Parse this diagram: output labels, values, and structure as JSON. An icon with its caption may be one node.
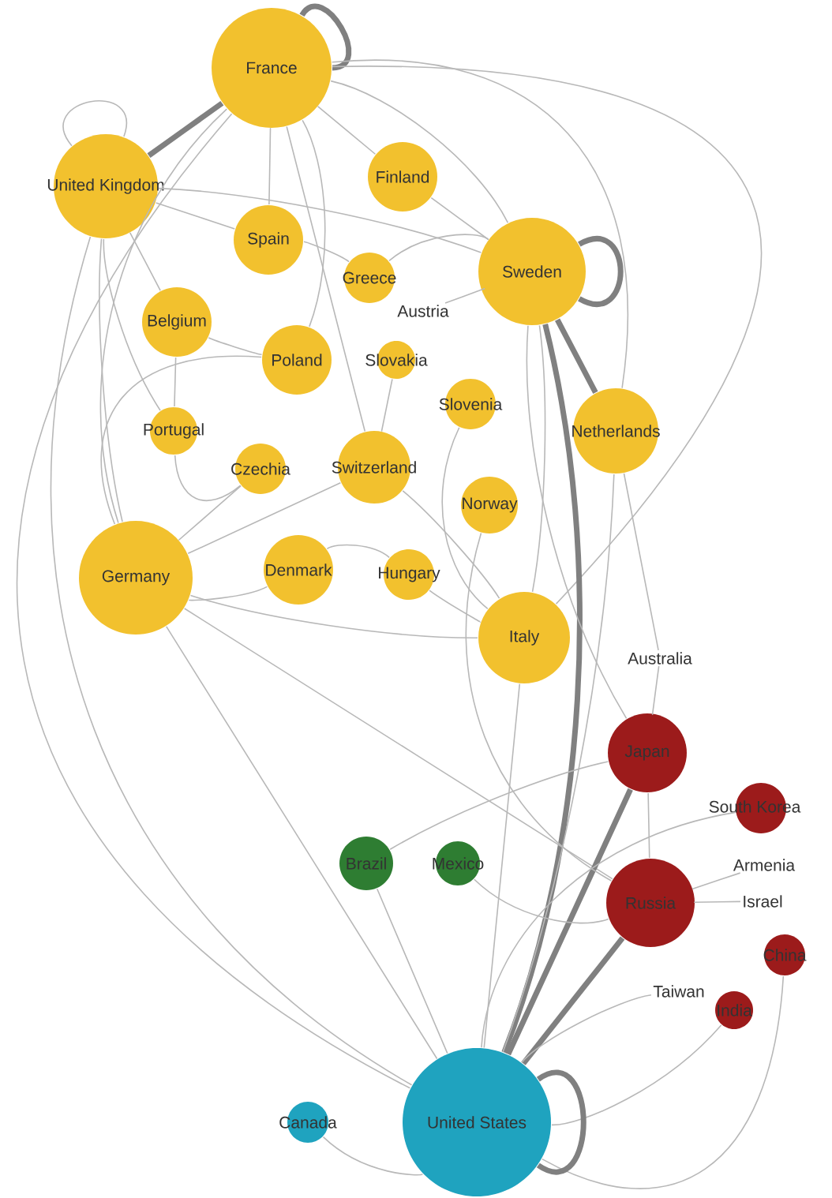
{
  "diagram": {
    "nodes": [
      {
        "text": [
          "France"
        ]
      },
      {
        "text": [
          "United Kingdom"
        ]
      },
      {
        "text": [
          "Finland"
        ]
      },
      {
        "text": [
          "Spain"
        ]
      },
      {
        "text": [
          "Sweden"
        ]
      },
      {
        "text": [
          "Greece"
        ]
      },
      {
        "text": [
          "Austria"
        ]
      },
      {
        "text": [
          "Belgium"
        ]
      },
      {
        "text": [
          "Poland"
        ]
      },
      {
        "text": [
          "Slovakia"
        ]
      },
      {
        "text": [
          "Slovenia"
        ]
      },
      {
        "text": [
          "Portugal"
        ]
      },
      {
        "text": [
          "Netherlands"
        ]
      },
      {
        "text": [
          "Czechia"
        ]
      },
      {
        "text": [
          "Switzerland"
        ]
      },
      {
        "text": [
          "Norway"
        ]
      },
      {
        "text": [
          "Germany"
        ]
      },
      {
        "text": [
          "Denmark"
        ]
      },
      {
        "text": [
          "Hungary"
        ]
      },
      {
        "text": [
          "Italy"
        ]
      },
      {
        "text": [
          "Australia"
        ]
      },
      {
        "text": [
          "Japan"
        ]
      },
      {
        "text": [
          "South Korea"
        ]
      },
      {
        "text": [
          "Brazil"
        ]
      },
      {
        "text": [
          "Mexico"
        ]
      },
      {
        "text": [
          "Armenia"
        ]
      },
      {
        "text": [
          "Russia"
        ]
      },
      {
        "text": [
          "Israel"
        ]
      },
      {
        "text": [
          "China"
        ]
      },
      {
        "text": [
          "Taiwan"
        ]
      },
      {
        "text": [
          "India"
        ]
      },
      {
        "text": [
          "Canada"
        ]
      },
      {
        "text": [
          "United States"
        ]
      }
    ],
    "edges": [
      {
        "from": 0,
        "to": 0,
        "arrow": "none",
        "style": "thick"
      },
      {
        "from": 0,
        "to": 1,
        "arrow": "none",
        "style": "thick"
      },
      {
        "from": 0,
        "to": 3,
        "arrow": "none"
      },
      {
        "from": 0,
        "to": 2,
        "arrow": "none"
      },
      {
        "from": 0,
        "to": 4,
        "arrow": "none"
      },
      {
        "from": 0,
        "to": 8,
        "arrow": "none"
      },
      {
        "from": 0,
        "to": 16,
        "arrow": "none"
      },
      {
        "from": 0,
        "to": 14,
        "arrow": "none"
      },
      {
        "from": 0,
        "to": 19,
        "arrow": "none"
      },
      {
        "from": 0,
        "to": 12,
        "arrow": "none"
      },
      {
        "from": 0,
        "to": 32,
        "arrow": "none"
      },
      {
        "from": 1,
        "to": 1,
        "arrow": "none"
      },
      {
        "from": 1,
        "to": 7,
        "arrow": "none"
      },
      {
        "from": 1,
        "to": 16,
        "arrow": "none"
      },
      {
        "from": 1,
        "to": 4,
        "arrow": "none"
      },
      {
        "from": 1,
        "to": 32,
        "arrow": "none"
      },
      {
        "from": 1,
        "to": 3,
        "arrow": "none"
      },
      {
        "from": 1,
        "to": 11,
        "arrow": "none"
      },
      {
        "from": 4,
        "to": 4,
        "arrow": "none",
        "style": "thick"
      },
      {
        "from": 4,
        "to": 12,
        "arrow": "none",
        "style": "thick"
      },
      {
        "from": 4,
        "to": 32,
        "arrow": "none",
        "style": "thick"
      },
      {
        "from": 4,
        "to": 2,
        "arrow": "none"
      },
      {
        "from": 4,
        "to": 19,
        "arrow": "none"
      },
      {
        "from": 4,
        "to": 21,
        "arrow": "none"
      },
      {
        "from": 16,
        "to": 13,
        "arrow": "none"
      },
      {
        "from": 16,
        "to": 17,
        "arrow": "none"
      },
      {
        "from": 16,
        "to": 14,
        "arrow": "none"
      },
      {
        "from": 16,
        "to": 8,
        "arrow": "none"
      },
      {
        "from": 16,
        "to": 32,
        "arrow": "none"
      },
      {
        "from": 16,
        "to": 26,
        "arrow": "none"
      },
      {
        "from": 16,
        "to": 19,
        "arrow": "none"
      },
      {
        "from": 21,
        "to": 32,
        "arrow": "none",
        "style": "thick"
      },
      {
        "from": 26,
        "to": 32,
        "arrow": "none",
        "style": "thick"
      },
      {
        "from": 12,
        "to": 32,
        "arrow": "none"
      },
      {
        "from": 19,
        "to": 32,
        "arrow": "none"
      },
      {
        "from": 22,
        "to": 32,
        "arrow": "none"
      },
      {
        "from": 28,
        "to": 32,
        "arrow": "none"
      },
      {
        "from": 30,
        "to": 32,
        "arrow": "none"
      },
      {
        "from": 31,
        "to": 32,
        "arrow": "none"
      },
      {
        "from": 23,
        "to": 32,
        "arrow": "none"
      },
      {
        "from": 24,
        "to": 26,
        "arrow": "none"
      },
      {
        "from": 23,
        "to": 21,
        "arrow": "none"
      },
      {
        "from": 29,
        "to": 32,
        "arrow": "none"
      },
      {
        "from": 25,
        "to": 26,
        "arrow": "none"
      },
      {
        "from": 27,
        "to": 26,
        "arrow": "none"
      },
      {
        "from": 20,
        "to": 21,
        "arrow": "none"
      },
      {
        "from": 20,
        "to": 12,
        "arrow": "none"
      },
      {
        "from": 21,
        "to": 26,
        "arrow": "none"
      },
      {
        "from": 32,
        "to": 32,
        "arrow": "none",
        "style": "thick"
      },
      {
        "from": 14,
        "to": 19,
        "arrow": "none"
      },
      {
        "from": 17,
        "to": 18,
        "arrow": "none"
      },
      {
        "from": 5,
        "to": 4,
        "arrow": "none"
      },
      {
        "from": 6,
        "to": 4,
        "arrow": "none"
      },
      {
        "from": 9,
        "to": 14,
        "arrow": "none"
      },
      {
        "from": 10,
        "to": 19,
        "arrow": "none"
      },
      {
        "from": 15,
        "to": 26,
        "arrow": "none"
      },
      {
        "from": 18,
        "to": 19,
        "arrow": "none"
      },
      {
        "from": 7,
        "to": 11,
        "arrow": "none"
      },
      {
        "from": 7,
        "to": 8,
        "arrow": "none"
      },
      {
        "from": 3,
        "to": 5,
        "arrow": "none"
      },
      {
        "from": 11,
        "to": 13,
        "arrow": "none"
      }
    ]
  }
}
